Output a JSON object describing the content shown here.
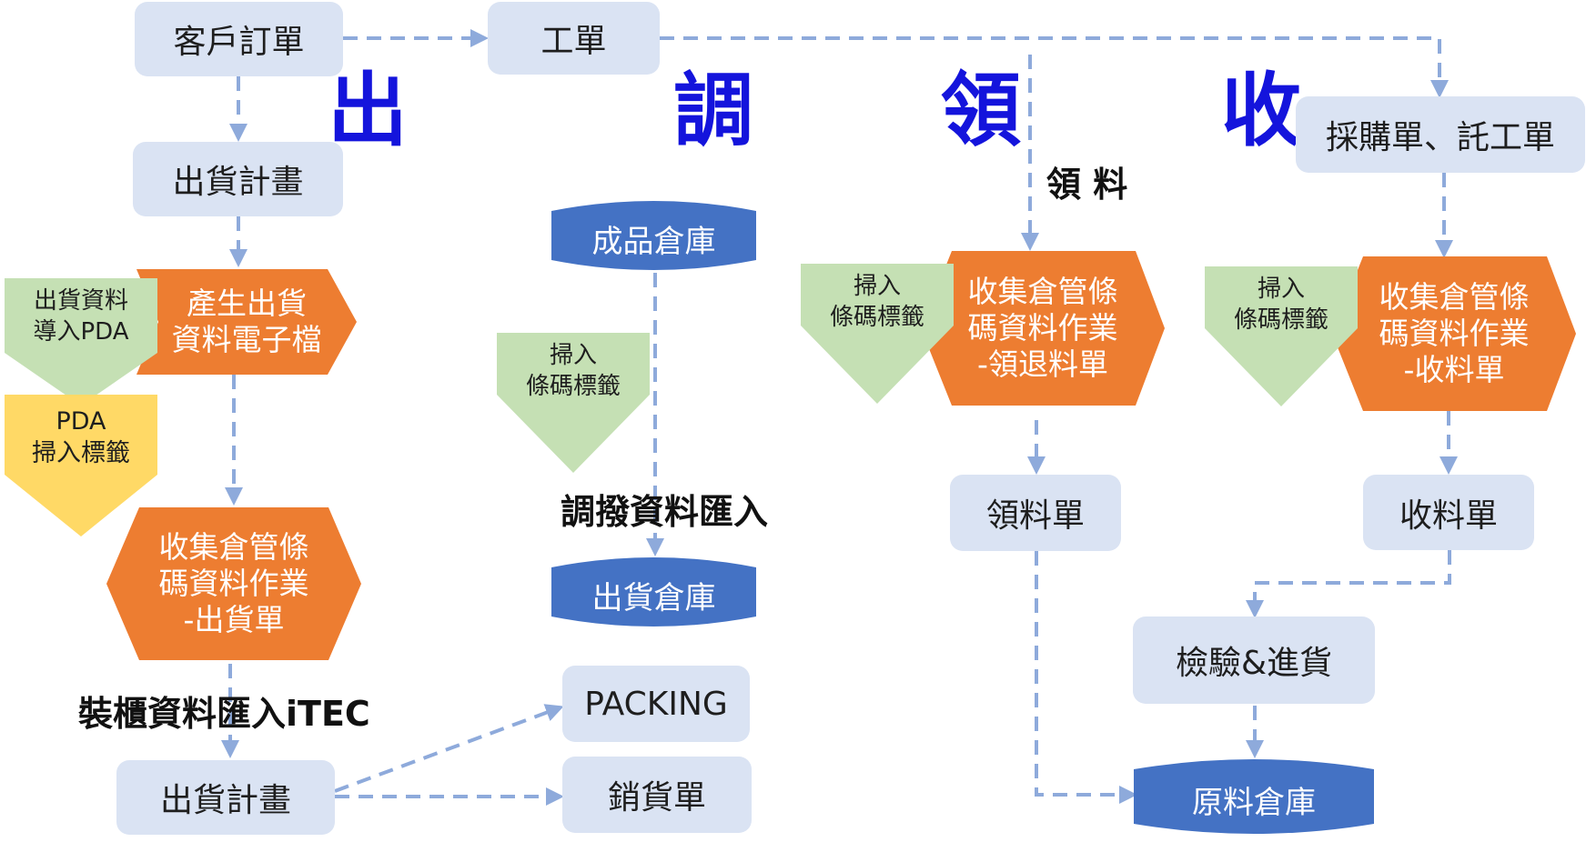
{
  "headings": {
    "out": "出",
    "transfer": "調",
    "pick": "領",
    "receive": "收"
  },
  "nodes": {
    "customer_order": "客戶訂單",
    "work_order": "工單",
    "shipment_plan_top": "出貨計畫",
    "generate_shipment_file": [
      "產生出貨",
      "資料電子檔"
    ],
    "import_to_pda": [
      "出貨資料",
      "導入PDA"
    ],
    "pda_scan_label": [
      "PDA",
      "掃入標籤"
    ],
    "collect_shipment": [
      "收集倉管條",
      "碼資料作業",
      "-出貨單"
    ],
    "container_import": "裝櫃資料匯入iTEC",
    "shipment_plan_bottom": "出貨計畫",
    "packing": "PACKING",
    "sales_order": "銷貨單",
    "finished_warehouse": "成品倉庫",
    "scan_barcode_transfer": [
      "掃入",
      "條碼標籤"
    ],
    "transfer_import": "調撥資料匯入",
    "shipping_warehouse": "出貨倉庫",
    "material_pick_caption": "領 料",
    "scan_barcode_pick": [
      "掃入",
      "條碼標籤"
    ],
    "collect_pick": [
      "收集倉管條",
      "碼資料作業",
      "-領退料單"
    ],
    "pick_order": "領料單",
    "purchase_order": "採購單、託工單",
    "scan_barcode_receive": [
      "掃入",
      "條碼標籤"
    ],
    "collect_receive": [
      "收集倉管條",
      "碼資料作業",
      "-收料單"
    ],
    "receive_order": "收料單",
    "inspection": "檢驗&進貨",
    "raw_material_warehouse": "原料倉庫"
  },
  "colors": {
    "box_fill": "#dae3f3",
    "hexagon_fill": "#ed7d31",
    "chevron_green": "#c5e0b4",
    "chevron_yellow": "#ffd966",
    "cylinder_fill": "#4472c4",
    "connector": "#8eaadb",
    "heading": "#1414dc"
  }
}
